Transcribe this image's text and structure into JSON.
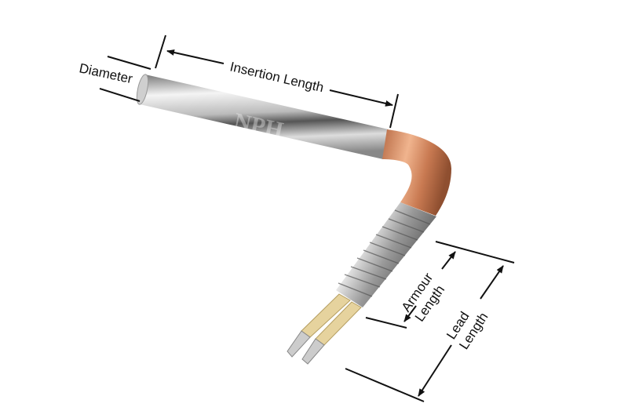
{
  "labels": {
    "diameter": "Diameter",
    "insertion_length": "Insertion Length",
    "armour_line1": "Armour",
    "armour_line2": "Length",
    "lead_line1": "Lead",
    "lead_line2": "Length"
  },
  "watermark": "NPH",
  "colors": {
    "steel": "#c8c8c8",
    "copper": "#d08a62",
    "sleeve": "#e8d8a8"
  }
}
